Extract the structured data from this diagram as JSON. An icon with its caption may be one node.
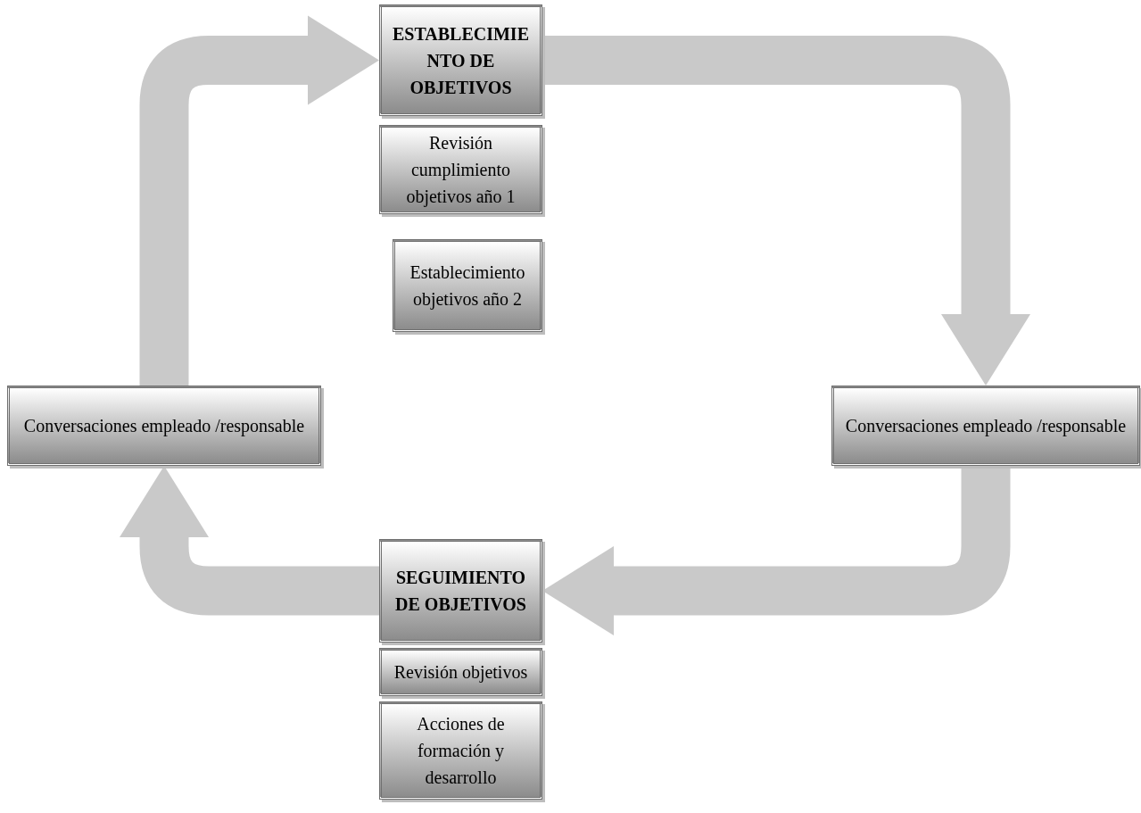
{
  "diagram": {
    "nodes": [
      {
        "text": [
          "ESTABLECIMIENTO DE OBJETIVOS"
        ]
      },
      {
        "text": [
          "Revisión cumplimiento objetivos año 1"
        ]
      },
      {
        "text": [
          "Establecimiento objetivos año 2"
        ]
      },
      {
        "text": [
          "Conversaciones empleado /responsable"
        ]
      },
      {
        "text": [
          "Conversaciones empleado /responsable"
        ]
      },
      {
        "text": [
          "SEGUIMIENTO DE OBJETIVOS"
        ]
      },
      {
        "text": [
          "Revisión objetivos"
        ]
      },
      {
        "text": [
          "Acciones de formación y desarrollo"
        ]
      }
    ],
    "edges": [
      {
        "from": 0,
        "to": 4,
        "arrow": "to"
      },
      {
        "from": 4,
        "to": 5,
        "arrow": "to"
      },
      {
        "from": 5,
        "to": 3,
        "arrow": "to"
      },
      {
        "from": 3,
        "to": 0,
        "arrow": "to"
      }
    ]
  }
}
